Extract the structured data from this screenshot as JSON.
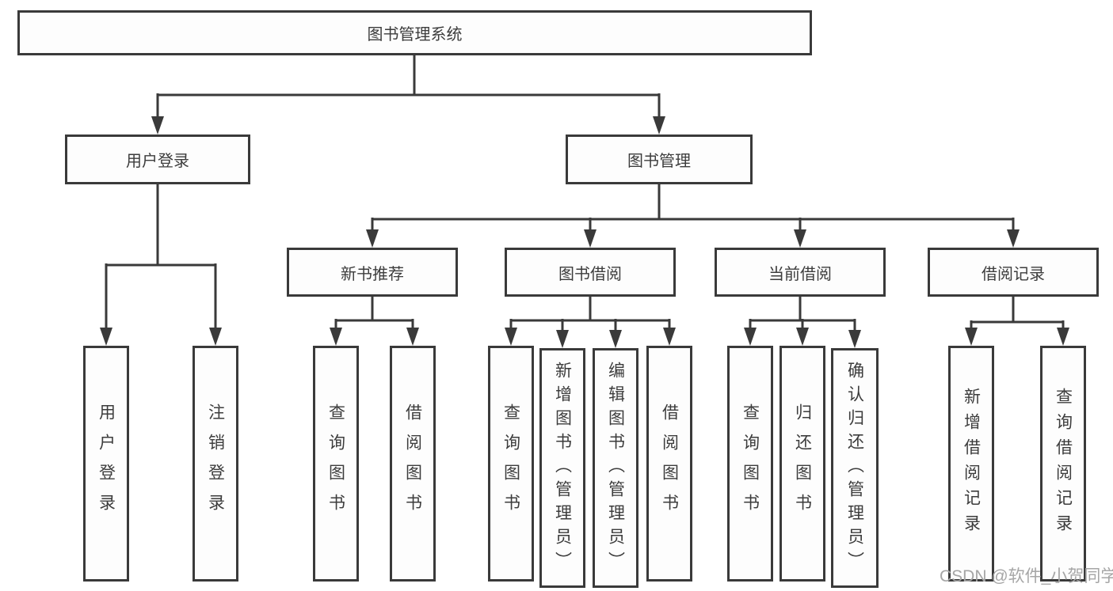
{
  "diagram": {
    "title": "图书管理系统",
    "colors": {
      "line": "#3a3a3a",
      "text": "#3c3c3c",
      "box_background": "#fdfdfd",
      "watermark": "#a6a6a6"
    },
    "nodes": {
      "root": {
        "label": "图书管理系统"
      },
      "user_login": {
        "label": "用户登录"
      },
      "book_management": {
        "label": "图书管理"
      },
      "new_book_recommend": {
        "label": "新书推荐"
      },
      "book_borrow": {
        "label": "图书借阅"
      },
      "current_borrow": {
        "label": "当前借阅"
      },
      "borrow_records": {
        "label": "借阅记录"
      },
      "leaf_user_login": {
        "label": "用户登录"
      },
      "leaf_logout": {
        "label": "注销登录"
      },
      "leaf_query_book_recommend": {
        "label": "查询图书"
      },
      "leaf_borrow_book_recommend": {
        "label": "借阅图书"
      },
      "leaf_query_book_borrow": {
        "label": "查询图书"
      },
      "leaf_add_book_admin": {
        "label": "新增图书（管理员）"
      },
      "leaf_edit_book_admin": {
        "label": "编辑图书（管理员）"
      },
      "leaf_borrow_book": {
        "label": "借阅图书"
      },
      "leaf_query_book_current": {
        "label": "查询图书"
      },
      "leaf_return_book": {
        "label": "归还图书"
      },
      "leaf_confirm_return_admin": {
        "label": "确认归还（管理员）"
      },
      "leaf_add_borrow_record": {
        "label": "新增借阅记录"
      },
      "leaf_query_borrow_record": {
        "label": "查询借阅记录"
      }
    }
  },
  "watermark": {
    "text": "CSDN @软件_小贺同学"
  }
}
